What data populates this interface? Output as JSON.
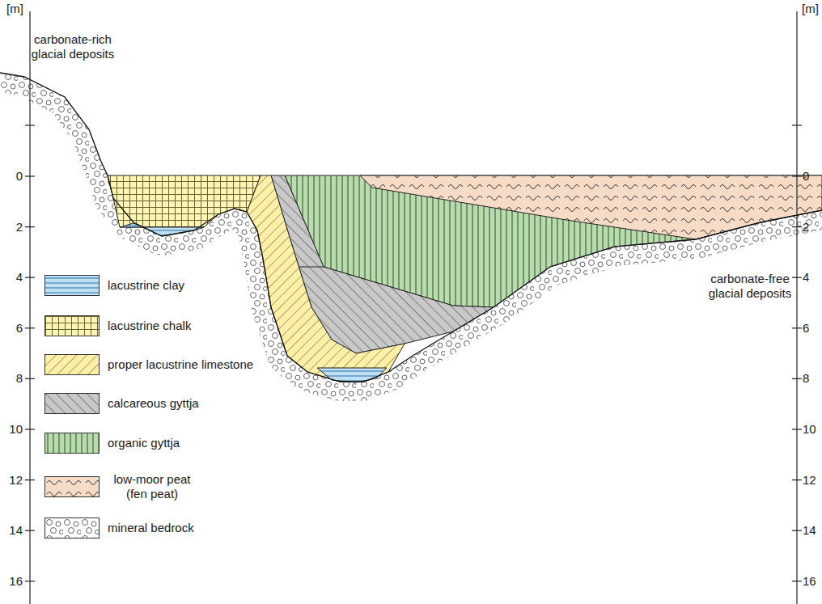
{
  "diagram": {
    "labels": [
      "[m]",
      "[m]",
      "carbonate-rich glacial deposits",
      "0",
      "2",
      "4",
      "6",
      "8",
      "10",
      "12",
      "14",
      "16",
      "0",
      "2",
      "4",
      "6",
      "8",
      "10",
      "12",
      "14",
      "16",
      "carbonate-free glacial deposits"
    ],
    "legend": [
      {
        "text": "lacustrine clay",
        "color": "#bfe0f5"
      },
      {
        "text": "lacustrine chalk",
        "color": "#fff5b5"
      },
      {
        "text": "proper lacustrine limestone",
        "color": "#fff0a8"
      },
      {
        "text": "calcareous gyttja",
        "color": "#c8c8c8"
      },
      {
        "text": "organic gyttja",
        "color": "#b8dcae"
      },
      {
        "text": "low-moor peat (fen peat)",
        "color": "#f6dcc6"
      },
      {
        "text": "mineral bedrock",
        "color": "#ffffff"
      }
    ]
  }
}
